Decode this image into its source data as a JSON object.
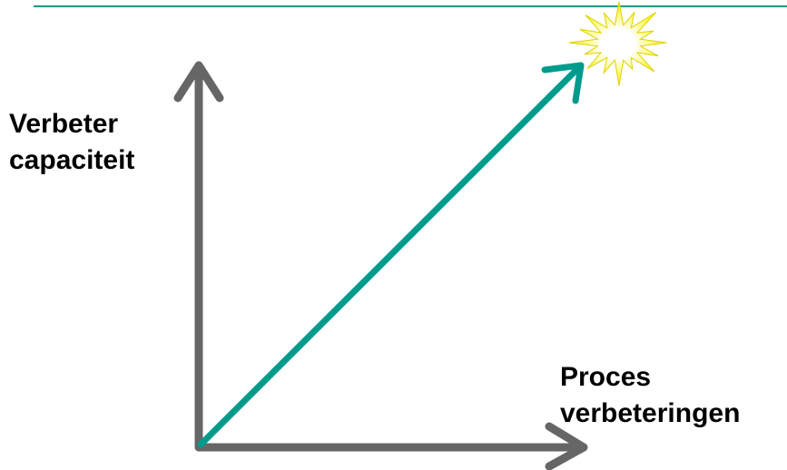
{
  "colors": {
    "axis": "#666666",
    "arrow": "#009b8c",
    "rule": "#009b8c",
    "star_outer": "#f5f500",
    "star_inner": "#ffffff"
  },
  "labels": {
    "y_axis": {
      "line1": "Verbeter",
      "line2": "capaciteit"
    },
    "x_axis": {
      "line1": "Proces",
      "line2": "verbeteringen"
    }
  },
  "icons": {
    "burst": "starburst-icon"
  }
}
